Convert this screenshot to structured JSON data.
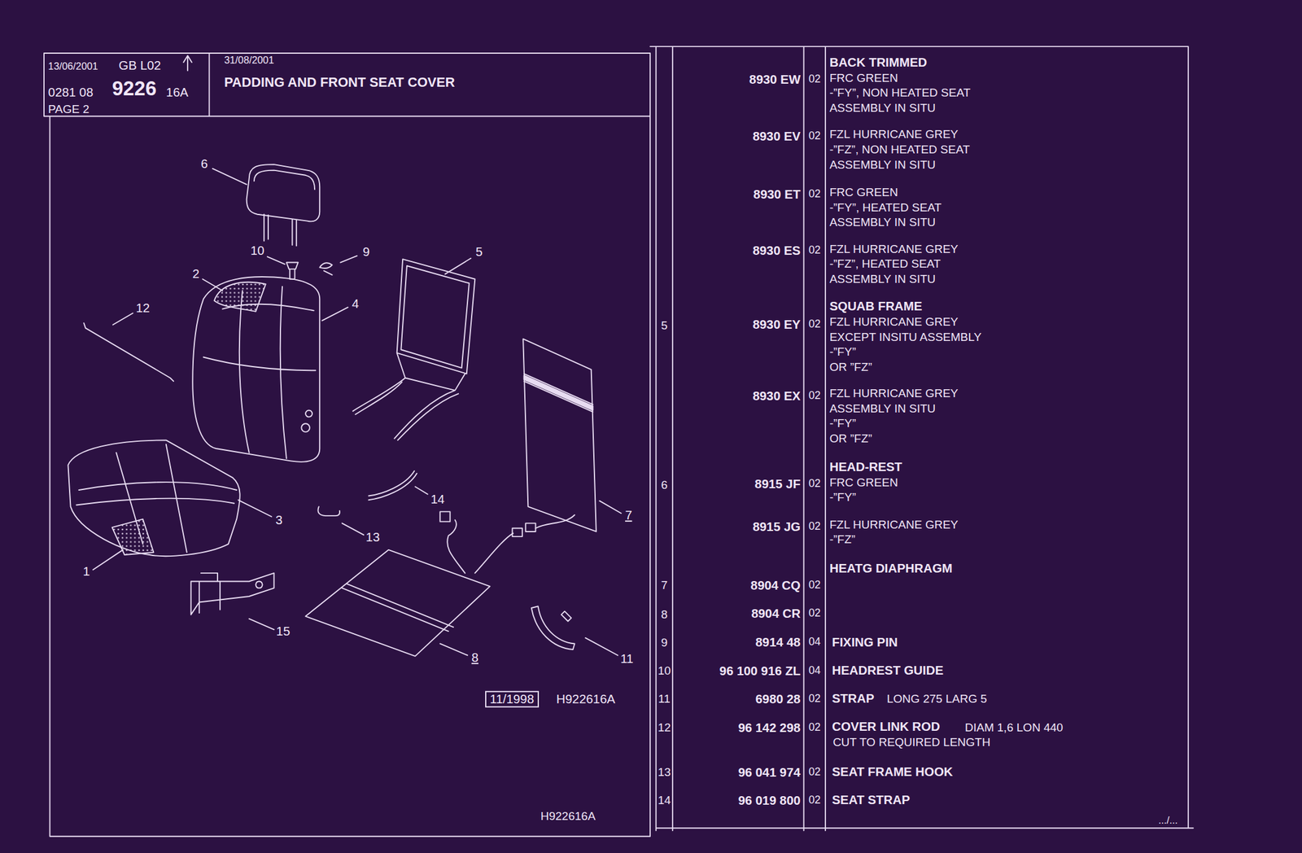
{
  "diagram": {
    "title": "PADDING AND FRONT SEAT COVER",
    "labels": [
      "13/06/2001",
      "GB L02",
      "0281 08",
      "9226",
      "16A",
      "PAGE 2",
      "31/08/2001",
      "6",
      "10",
      "9",
      "5",
      "2",
      "4",
      "12",
      "14",
      "3",
      "13",
      "7",
      "1",
      "15",
      "8",
      "11",
      "11/1998",
      "H922616A",
      "H922616A",
      "BACK TRIMMED",
      "8930 EW",
      "02",
      "FRC GREEN",
      "-”FY”, NON HEATED SEAT",
      "ASSEMBLY IN SITU",
      "8930 EV",
      "02",
      "FZL HURRICANE GREY",
      "-”FZ”, NON HEATED SEAT",
      "ASSEMBLY IN SITU",
      "8930 ET",
      "02",
      "FRC GREEN",
      "-”FY”, HEATED SEAT",
      "ASSEMBLY IN SITU",
      "8930 ES",
      "02",
      "FZL HURRICANE GREY",
      "-”FZ”, HEATED SEAT",
      "ASSEMBLY IN SITU",
      "SQUAB FRAME",
      "5",
      "8930 EY",
      "02",
      "FZL HURRICANE GREY",
      "EXCEPT INSITU ASSEMBLY",
      "-”FY”",
      "OR ”FZ”",
      "8930 EX",
      "02",
      "FZL HURRICANE GREY",
      "ASSEMBLY IN SITU",
      "-”FY”",
      "OR ”FZ”",
      "HEAD-REST",
      "6",
      "8915 JF",
      "02",
      "FRC GREEN",
      "-”FY”",
      "8915 JG",
      "02",
      "FZL HURRICANE GREY",
      "-”FZ”",
      "HEATG DIAPHRAGM",
      "7",
      "8904 CQ",
      "02",
      "8",
      "8904 CR",
      "02",
      "9",
      "8914 48",
      "04",
      "FIXING PIN",
      "10",
      "96 100 916 ZL",
      "04",
      "HEADREST GUIDE",
      "11",
      "6980 28",
      "02",
      "STRAP",
      "LONG 275 LARG 5",
      "12",
      "96 142 298",
      "02",
      "COVER LINK ROD",
      "DIAM 1,6 LON 440",
      "CUT TO REQUIRED LENGTH",
      "13",
      "96 041 974",
      "02",
      "SEAT FRAME HOOK",
      "14",
      "96 019 800",
      "02",
      "SEAT STRAP",
      ".../..."
    ]
  }
}
